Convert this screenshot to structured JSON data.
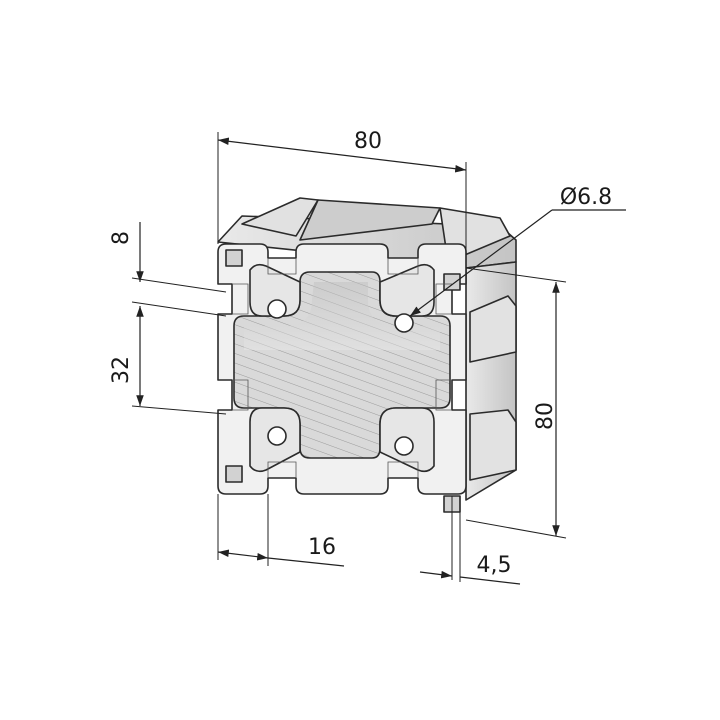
{
  "dimensions": {
    "width_top": "80",
    "height_right": "80",
    "slot_offset": "8",
    "slot_spacing": "32",
    "slot_width": "16",
    "wall": "4,5",
    "bore": "Ø6.8"
  },
  "colors": {
    "front_face": "#f1f1f1",
    "body_light": "#e4e4e4",
    "body_mid": "#cfcfcf",
    "body_dark": "#b9b9b9",
    "line": "#2b2b2b"
  }
}
